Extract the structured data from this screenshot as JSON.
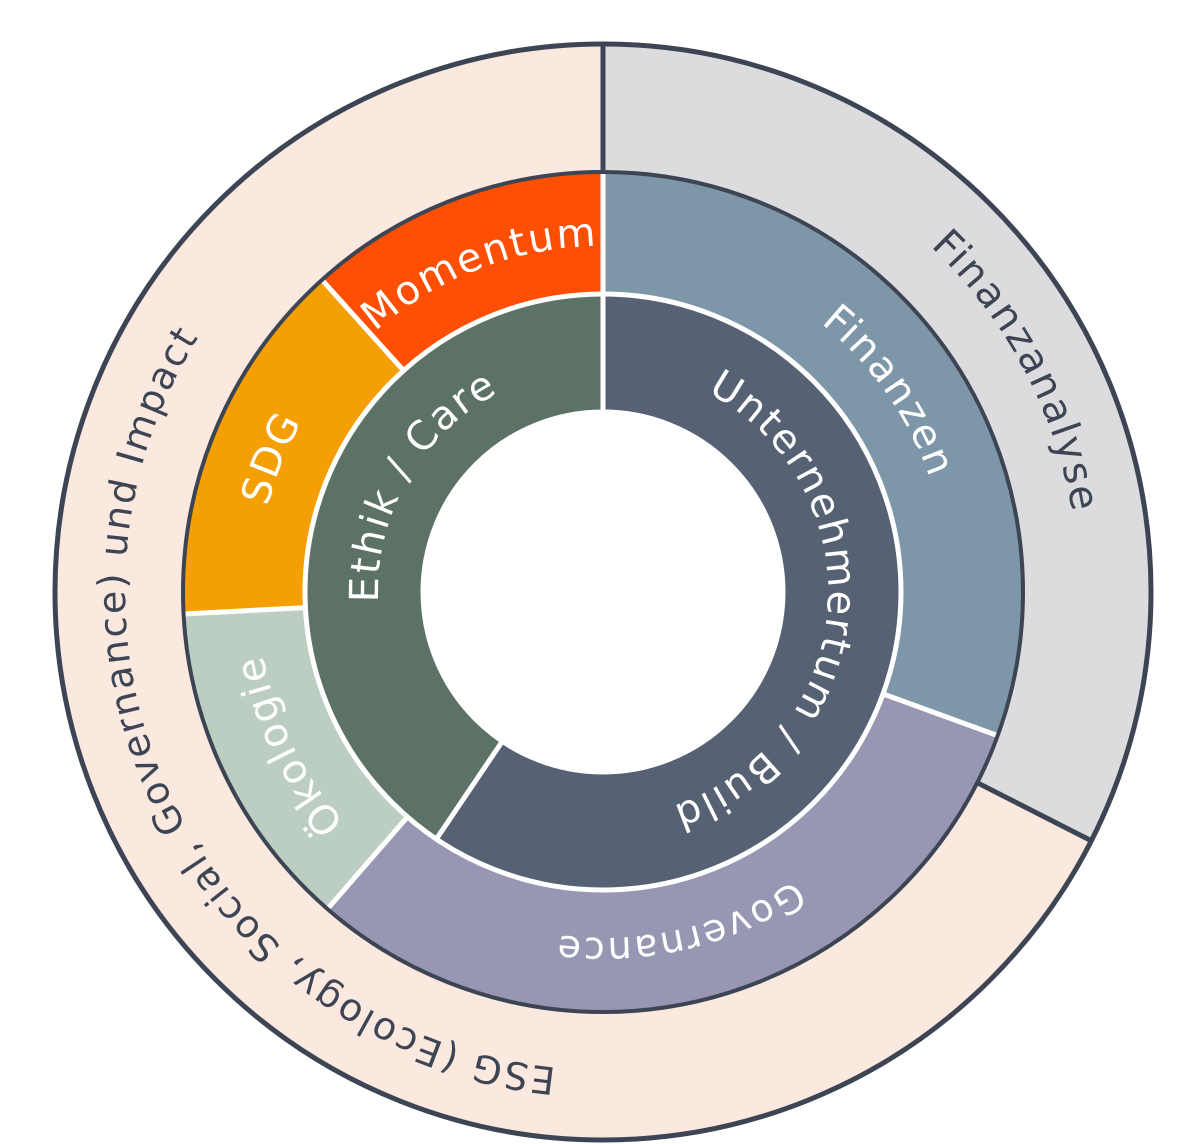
{
  "colors": {
    "stroke": "#3d4554",
    "divider": "#ffffff",
    "outer_esg": "#fbe9df",
    "outer_fin": "#dcdcdf",
    "momentum": "#fe4f04",
    "sdg": "#f49f03",
    "oekologie": "#bccdc1",
    "finanzen": "#7d96a8",
    "governance": "#9797b4",
    "ethik": "#5d7266",
    "unternehmertum": "#566173",
    "text_light": "#ffffff",
    "text_dark": "#3d4554"
  },
  "outer_ring": {
    "esg_label": "ESG (Ecology, Social, Governance) und Impact",
    "finanz_label": "Finanzanalyse"
  },
  "middle_ring": {
    "momentum": "Momentum",
    "sdg": "SDG",
    "oekologie": "Ökologie",
    "finanzen": "Finanzen",
    "governance": "Governance"
  },
  "inner_ring": {
    "ethik": "Ethik / Care",
    "unternehmertum": "Unternehmertum / Build"
  }
}
